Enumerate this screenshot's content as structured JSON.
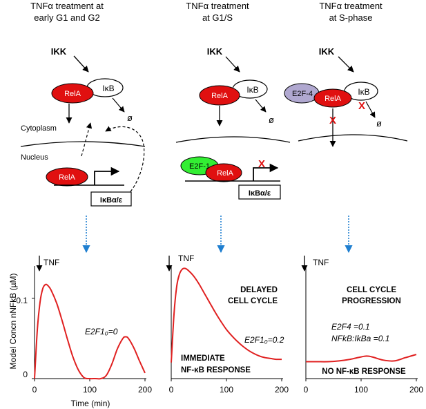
{
  "panels": [
    {
      "title_line1": "TNFα treatment at",
      "title_line2": "early G1 and G2",
      "ikk": "IKK",
      "rela": "RelA",
      "ikb": "IκB",
      "degrade": "ø",
      "cytoplasm": "Cytoplasm",
      "nucleus": "Nucleus",
      "rela_nuc": "RelA",
      "gene": "IκBα/ε"
    },
    {
      "title_line1": "TNFα treatment",
      "title_line2": "at G1/S",
      "ikk": "IKK",
      "rela": "RelA",
      "ikb": "IκB",
      "degrade": "ø",
      "e2f": "E2F-1",
      "rela_nuc": "RelA",
      "block": "X",
      "gene": "IκBα/ε"
    },
    {
      "title_line1": "TNFα treatment",
      "title_line2": "at S-phase",
      "ikk": "IKK",
      "rela": "RelA",
      "ikb": "IκB",
      "degrade": "ø",
      "e2f": "E2F-4",
      "block1": "X",
      "block2": "X"
    }
  ],
  "colors": {
    "rela": "#e01010",
    "e2f1": "#33ee33",
    "e2f4": "#b0a8d0",
    "curve": "#e02020",
    "arrow_blue": "#1f7fd0"
  },
  "y_axis_label": "Model Concn nNFkB  (µM)",
  "x_axis_label": "Time (min)",
  "chart_data": [
    {
      "type": "line",
      "title": "",
      "xlabel": "Time (min)",
      "ylabel": "Model Concn nNFkB  (µM)",
      "xlim": [
        0,
        200
      ],
      "ylim": [
        0,
        0.14
      ],
      "xticks": [
        "0",
        "100",
        "200"
      ],
      "yticks": [
        "0",
        "0.1"
      ],
      "tnf_label": "TNF",
      "annotation": "E2F1₀=0",
      "series": [
        {
          "x": [
            0,
            5,
            10,
            15,
            20,
            25,
            30,
            40,
            50,
            60,
            70,
            80,
            90,
            100,
            110,
            120,
            130,
            140,
            150,
            160,
            165,
            170,
            180,
            190,
            200
          ],
          "y": [
            0,
            0.06,
            0.095,
            0.112,
            0.117,
            0.115,
            0.11,
            0.094,
            0.072,
            0.048,
            0.026,
            0.01,
            0.001,
            0,
            0,
            0,
            0.004,
            0.018,
            0.037,
            0.05,
            0.052,
            0.05,
            0.038,
            0.022,
            0.007
          ]
        }
      ]
    },
    {
      "type": "line",
      "title": "",
      "xlim": [
        0,
        200
      ],
      "ylim": [
        0,
        0.14
      ],
      "xticks": [
        "0",
        "100",
        "200"
      ],
      "tnf_label": "TNF",
      "annotation": "E2F1₀=0.2",
      "label_top_line1": "DELAYED",
      "label_top_line2": "CELL CYCLE",
      "label_bottom_line1": "IMMEDIATE",
      "label_bottom_line2": "NF-κB RESPONSE",
      "series": [
        {
          "x": [
            0,
            5,
            10,
            15,
            20,
            25,
            30,
            40,
            50,
            60,
            70,
            80,
            90,
            100,
            110,
            120,
            130,
            140,
            150,
            160,
            170,
            180,
            190,
            200
          ],
          "y": [
            0.02,
            0.08,
            0.115,
            0.13,
            0.136,
            0.137,
            0.135,
            0.128,
            0.118,
            0.106,
            0.094,
            0.082,
            0.071,
            0.061,
            0.053,
            0.046,
            0.04,
            0.035,
            0.031,
            0.028,
            0.026,
            0.025,
            0.024,
            0.024
          ]
        }
      ]
    },
    {
      "type": "line",
      "title": "",
      "xlim": [
        0,
        200
      ],
      "ylim": [
        0,
        0.14
      ],
      "xticks": [
        "0",
        "100",
        "200"
      ],
      "tnf_label": "TNF",
      "annotation_line1": "E2F4 =0.1",
      "annotation_line2": "NFkB:IkBa =0.1",
      "label_top_line1": "CELL CYCLE",
      "label_top_line2": "PROGRESSION",
      "label_bottom": "NO NF-κB RESPONSE",
      "series": [
        {
          "x": [
            0,
            20,
            40,
            60,
            80,
            100,
            110,
            120,
            140,
            160,
            180,
            200
          ],
          "y": [
            0.021,
            0.021,
            0.021,
            0.022,
            0.024,
            0.027,
            0.028,
            0.027,
            0.023,
            0.022,
            0.026,
            0.03
          ]
        }
      ]
    }
  ]
}
